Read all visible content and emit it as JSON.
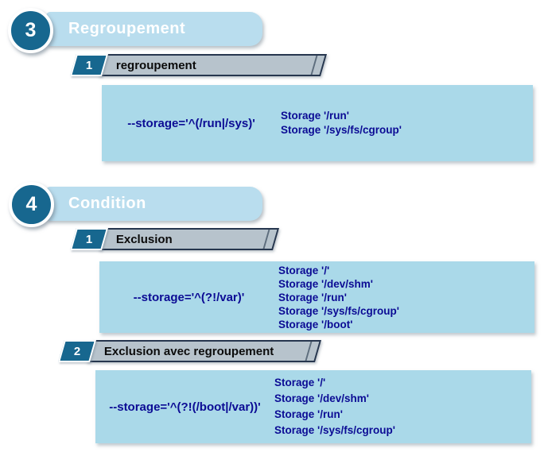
{
  "colors": {
    "dark_teal": "#17678f",
    "header_blue": "#b9ddee",
    "box_blue": "#aad9e9",
    "banner_gray": "#b7c3cc",
    "banner_border": "#26364e",
    "text_navy": "#0b0b94"
  },
  "sections": [
    {
      "number": "3",
      "title": "Regroupement",
      "steps": [
        {
          "number": "1",
          "label": "regroupement",
          "command": "--storage='^(/run|/sys)'",
          "outputs": [
            "Storage '/run'",
            "Storage '/sys/fs/cgroup'"
          ]
        }
      ]
    },
    {
      "number": "4",
      "title": "Condition",
      "steps": [
        {
          "number": "1",
          "label": "Exclusion",
          "command": "--storage='^(?!/var)'",
          "outputs": [
            "Storage '/'",
            "Storage '/dev/shm'",
            "Storage '/run'",
            "Storage '/sys/fs/cgroup'",
            "Storage '/boot'"
          ]
        },
        {
          "number": "2",
          "label": "Exclusion avec regroupement",
          "command": "--storage='^(?!(/boot|/var))'",
          "outputs": [
            "Storage '/'",
            "Storage '/dev/shm'",
            "Storage '/run'",
            "Storage '/sys/fs/cgroup'"
          ]
        }
      ]
    }
  ]
}
